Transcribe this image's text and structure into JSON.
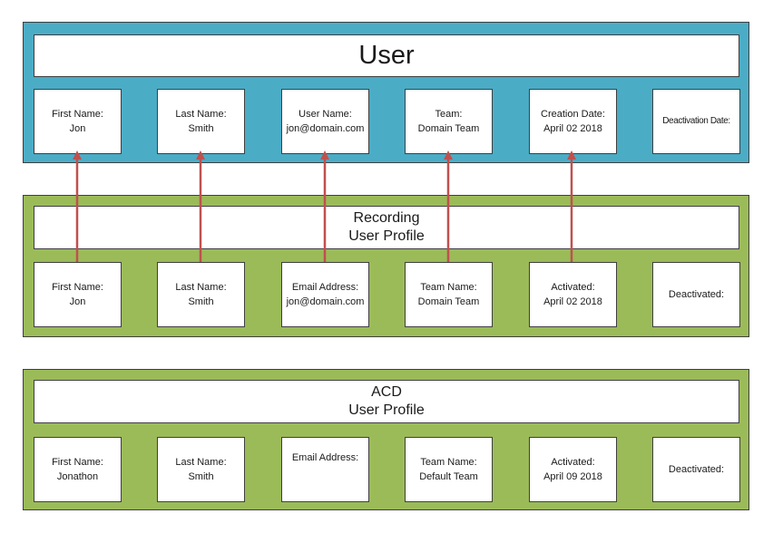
{
  "colors": {
    "user_panel": "#4bacc6",
    "profile_panel": "#9bbb59",
    "arrow": "#c0504d"
  },
  "user": {
    "title": "User",
    "fields": [
      {
        "label": "First Name:",
        "value": "Jon"
      },
      {
        "label": "Last Name:",
        "value": "Smith"
      },
      {
        "label": "User Name:",
        "value": "jon@domain.com"
      },
      {
        "label": "Team:",
        "value": "Domain Team"
      },
      {
        "label": "Creation Date:",
        "value": "April 02 2018"
      },
      {
        "label": "Deactivation Date:",
        "value": ""
      }
    ]
  },
  "recording": {
    "title_line1": "Recording",
    "title_line2": "User Profile",
    "fields": [
      {
        "label": "First Name:",
        "value": "Jon"
      },
      {
        "label": "Last Name:",
        "value": "Smith"
      },
      {
        "label": "Email Address:",
        "value": "jon@domain.com"
      },
      {
        "label": "Team Name:",
        "value": "Domain Team"
      },
      {
        "label": "Activated:",
        "value": "April 02 2018"
      },
      {
        "label": "Deactivated:",
        "value": ""
      }
    ]
  },
  "acd": {
    "title_line1": "ACD",
    "title_line2": "User Profile",
    "fields": [
      {
        "label": "First Name:",
        "value": "Jonathon"
      },
      {
        "label": "Last Name:",
        "value": "Smith"
      },
      {
        "label": "Email Address:",
        "value": ""
      },
      {
        "label": "Team Name:",
        "value": "Default Team"
      },
      {
        "label": "Activated:",
        "value": "April 09 2018"
      },
      {
        "label": "Deactivated:",
        "value": ""
      }
    ]
  }
}
